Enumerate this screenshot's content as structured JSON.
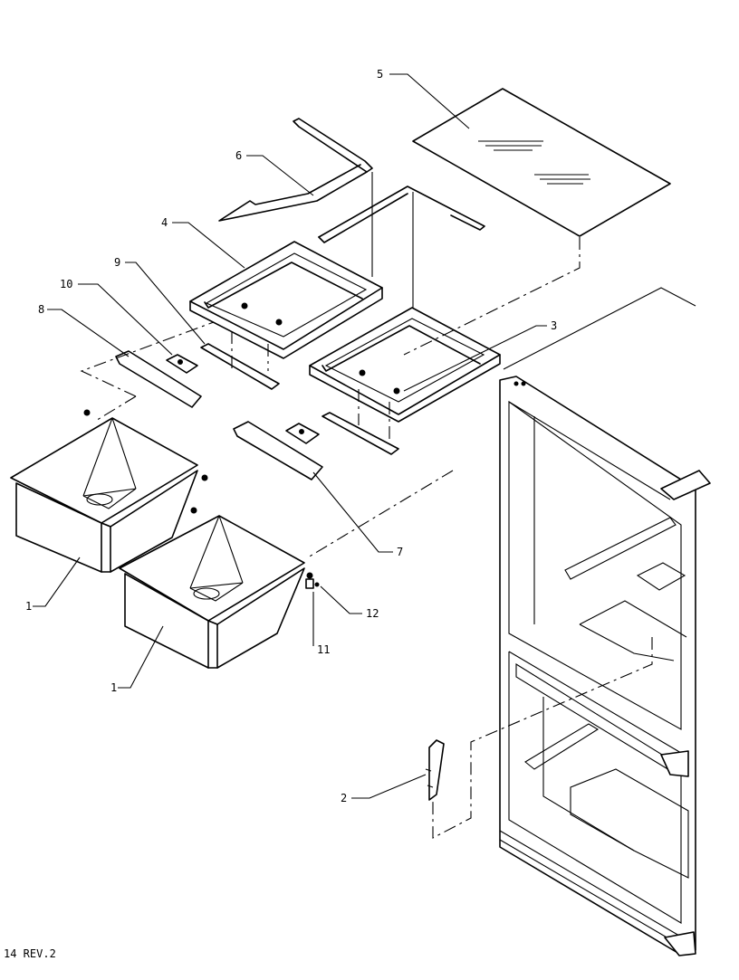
{
  "callouts": [
    {
      "id": "c5",
      "text": "5"
    },
    {
      "id": "c6",
      "text": "6"
    },
    {
      "id": "c4",
      "text": "4"
    },
    {
      "id": "c9",
      "text": "9"
    },
    {
      "id": "c10",
      "text": "10"
    },
    {
      "id": "c8",
      "text": "8"
    },
    {
      "id": "c3",
      "text": "3"
    },
    {
      "id": "c7",
      "text": "7"
    },
    {
      "id": "c1a",
      "text": "1"
    },
    {
      "id": "c1b",
      "text": "1"
    },
    {
      "id": "c12",
      "text": "12"
    },
    {
      "id": "c11",
      "text": "11"
    },
    {
      "id": "c2",
      "text": "2"
    }
  ],
  "footer": {
    "code": "14 REV.2"
  }
}
